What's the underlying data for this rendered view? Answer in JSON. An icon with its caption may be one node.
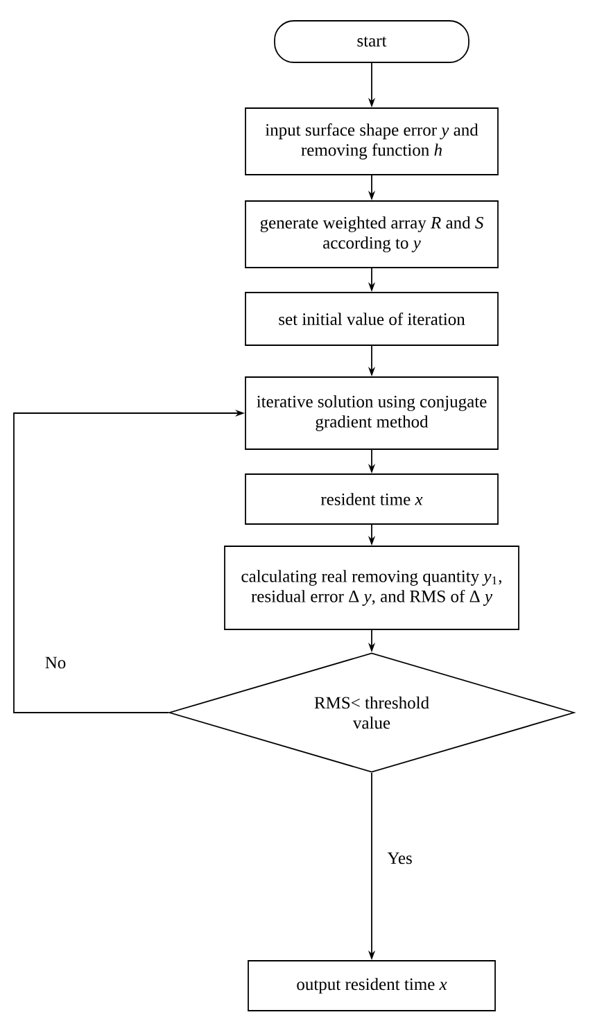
{
  "diagram": {
    "nodes": [
      {
        "text": [
          "start"
        ]
      },
      {
        "text": [
          "input surface shape error *y* and removing function *h*"
        ]
      },
      {
        "text": [
          "generate weighted array *R* and *S* according to *y*"
        ]
      },
      {
        "text": [
          "set initial value of iteration"
        ]
      },
      {
        "text": [
          "iterative solution using conjugate gradient method"
        ]
      },
      {
        "text": [
          "resident time *x*"
        ]
      },
      {
        "text": [
          "calculating real removing quantity *y*$_{1}$, residual error Δ *y*, and RMS of Δ *y*"
        ]
      },
      {
        "text": [
          "RMS< threshold value"
        ]
      },
      {
        "text": [
          "output resident time *x*"
        ]
      }
    ],
    "edges": [
      {
        "from": 0,
        "to": 1,
        "arrow": "to"
      },
      {
        "from": 1,
        "to": 2,
        "arrow": "to"
      },
      {
        "from": 2,
        "to": 3,
        "arrow": "to"
      },
      {
        "from": 3,
        "to": 4,
        "arrow": "to"
      },
      {
        "from": 4,
        "to": 5,
        "arrow": "to"
      },
      {
        "from": 5,
        "to": 6,
        "arrow": "to"
      },
      {
        "from": 6,
        "to": 7,
        "arrow": "to"
      },
      {
        "from": 7,
        "to": 8,
        "arrow": "to",
        "label": "Yes"
      },
      {
        "from": 7,
        "to": 4,
        "arrow": "to",
        "label": "No"
      }
    ]
  }
}
